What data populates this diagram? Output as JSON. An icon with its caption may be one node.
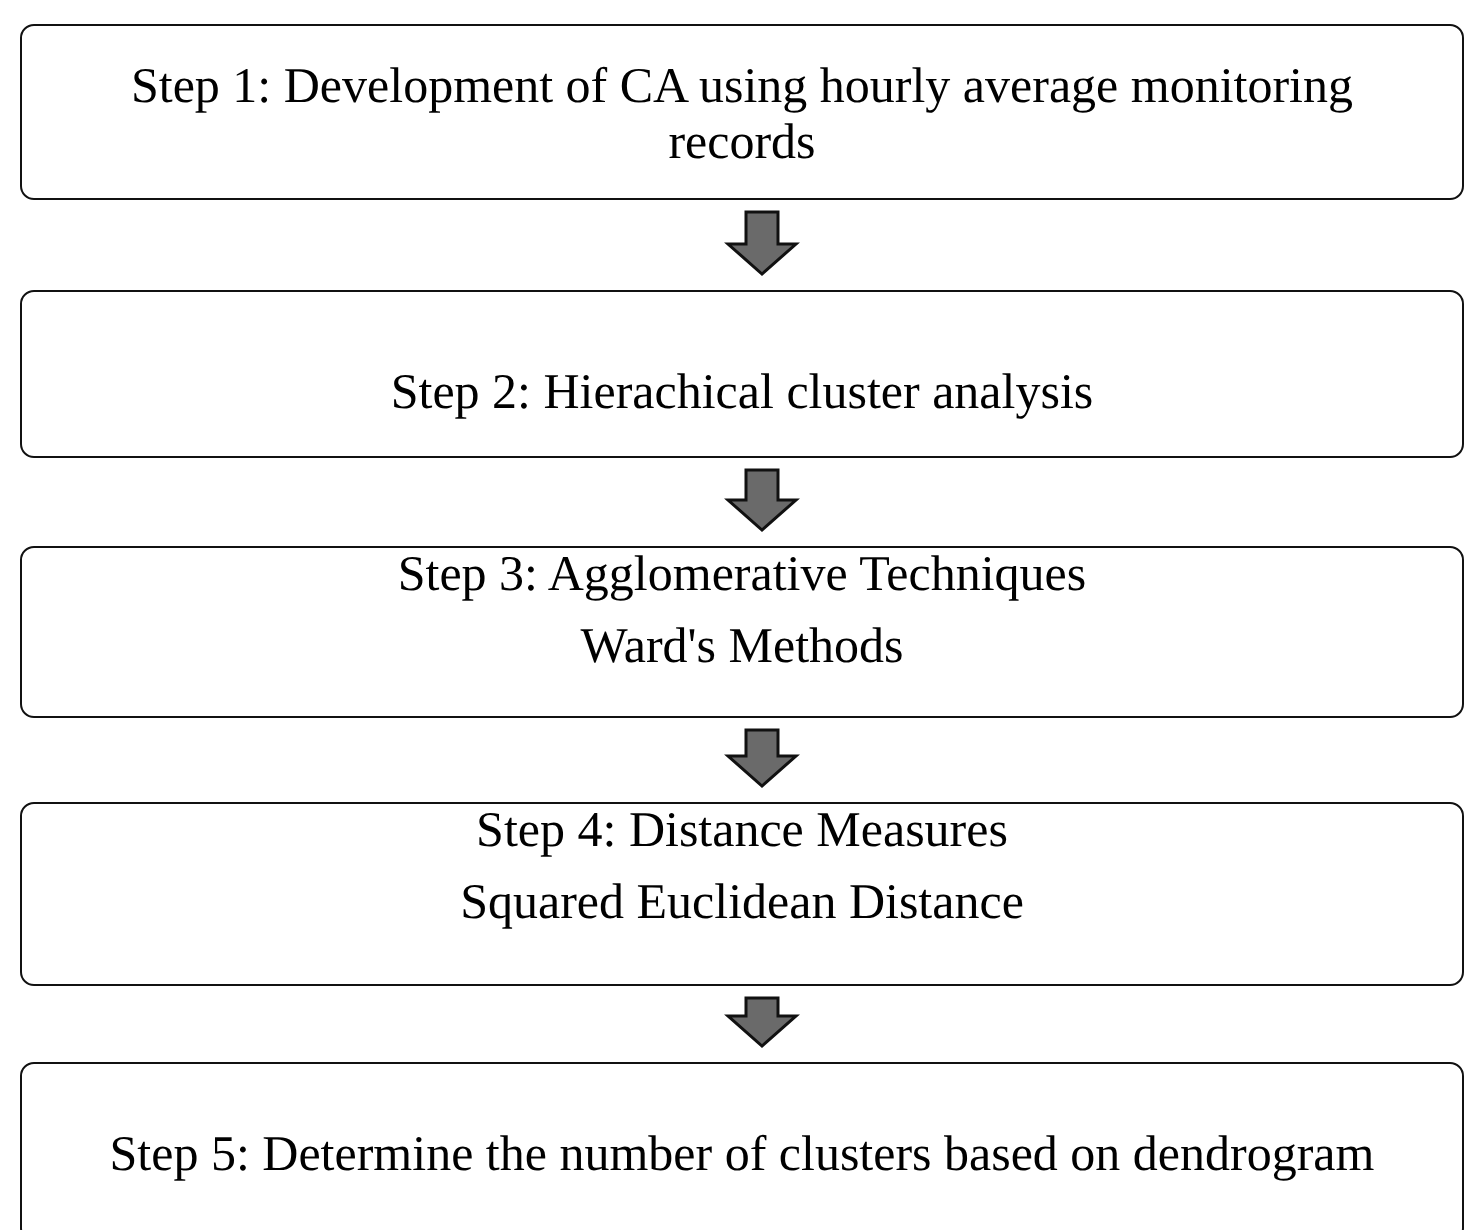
{
  "diagram": {
    "nodes": [
      {
        "text": [
          "Step 1: Development of CA using hourly average monitoring records"
        ]
      },
      {
        "text": [
          "Step 2: Hierachical cluster analysis"
        ]
      },
      {
        "text": [
          "Step 3: Agglomerative Techniques",
          "Ward's Methods"
        ]
      },
      {
        "text": [
          "Step 4: Distance Measures",
          "Squared Euclidean Distance"
        ]
      },
      {
        "text": [
          "Step 5: Determine the number of clusters based on dendrogram"
        ]
      }
    ],
    "edges": [
      {
        "from": 0,
        "to": 1,
        "arrow": "to"
      },
      {
        "from": 1,
        "to": 2,
        "arrow": "to"
      },
      {
        "from": 2,
        "to": 3,
        "arrow": "to"
      },
      {
        "from": 3,
        "to": 4,
        "arrow": "to"
      }
    ]
  }
}
